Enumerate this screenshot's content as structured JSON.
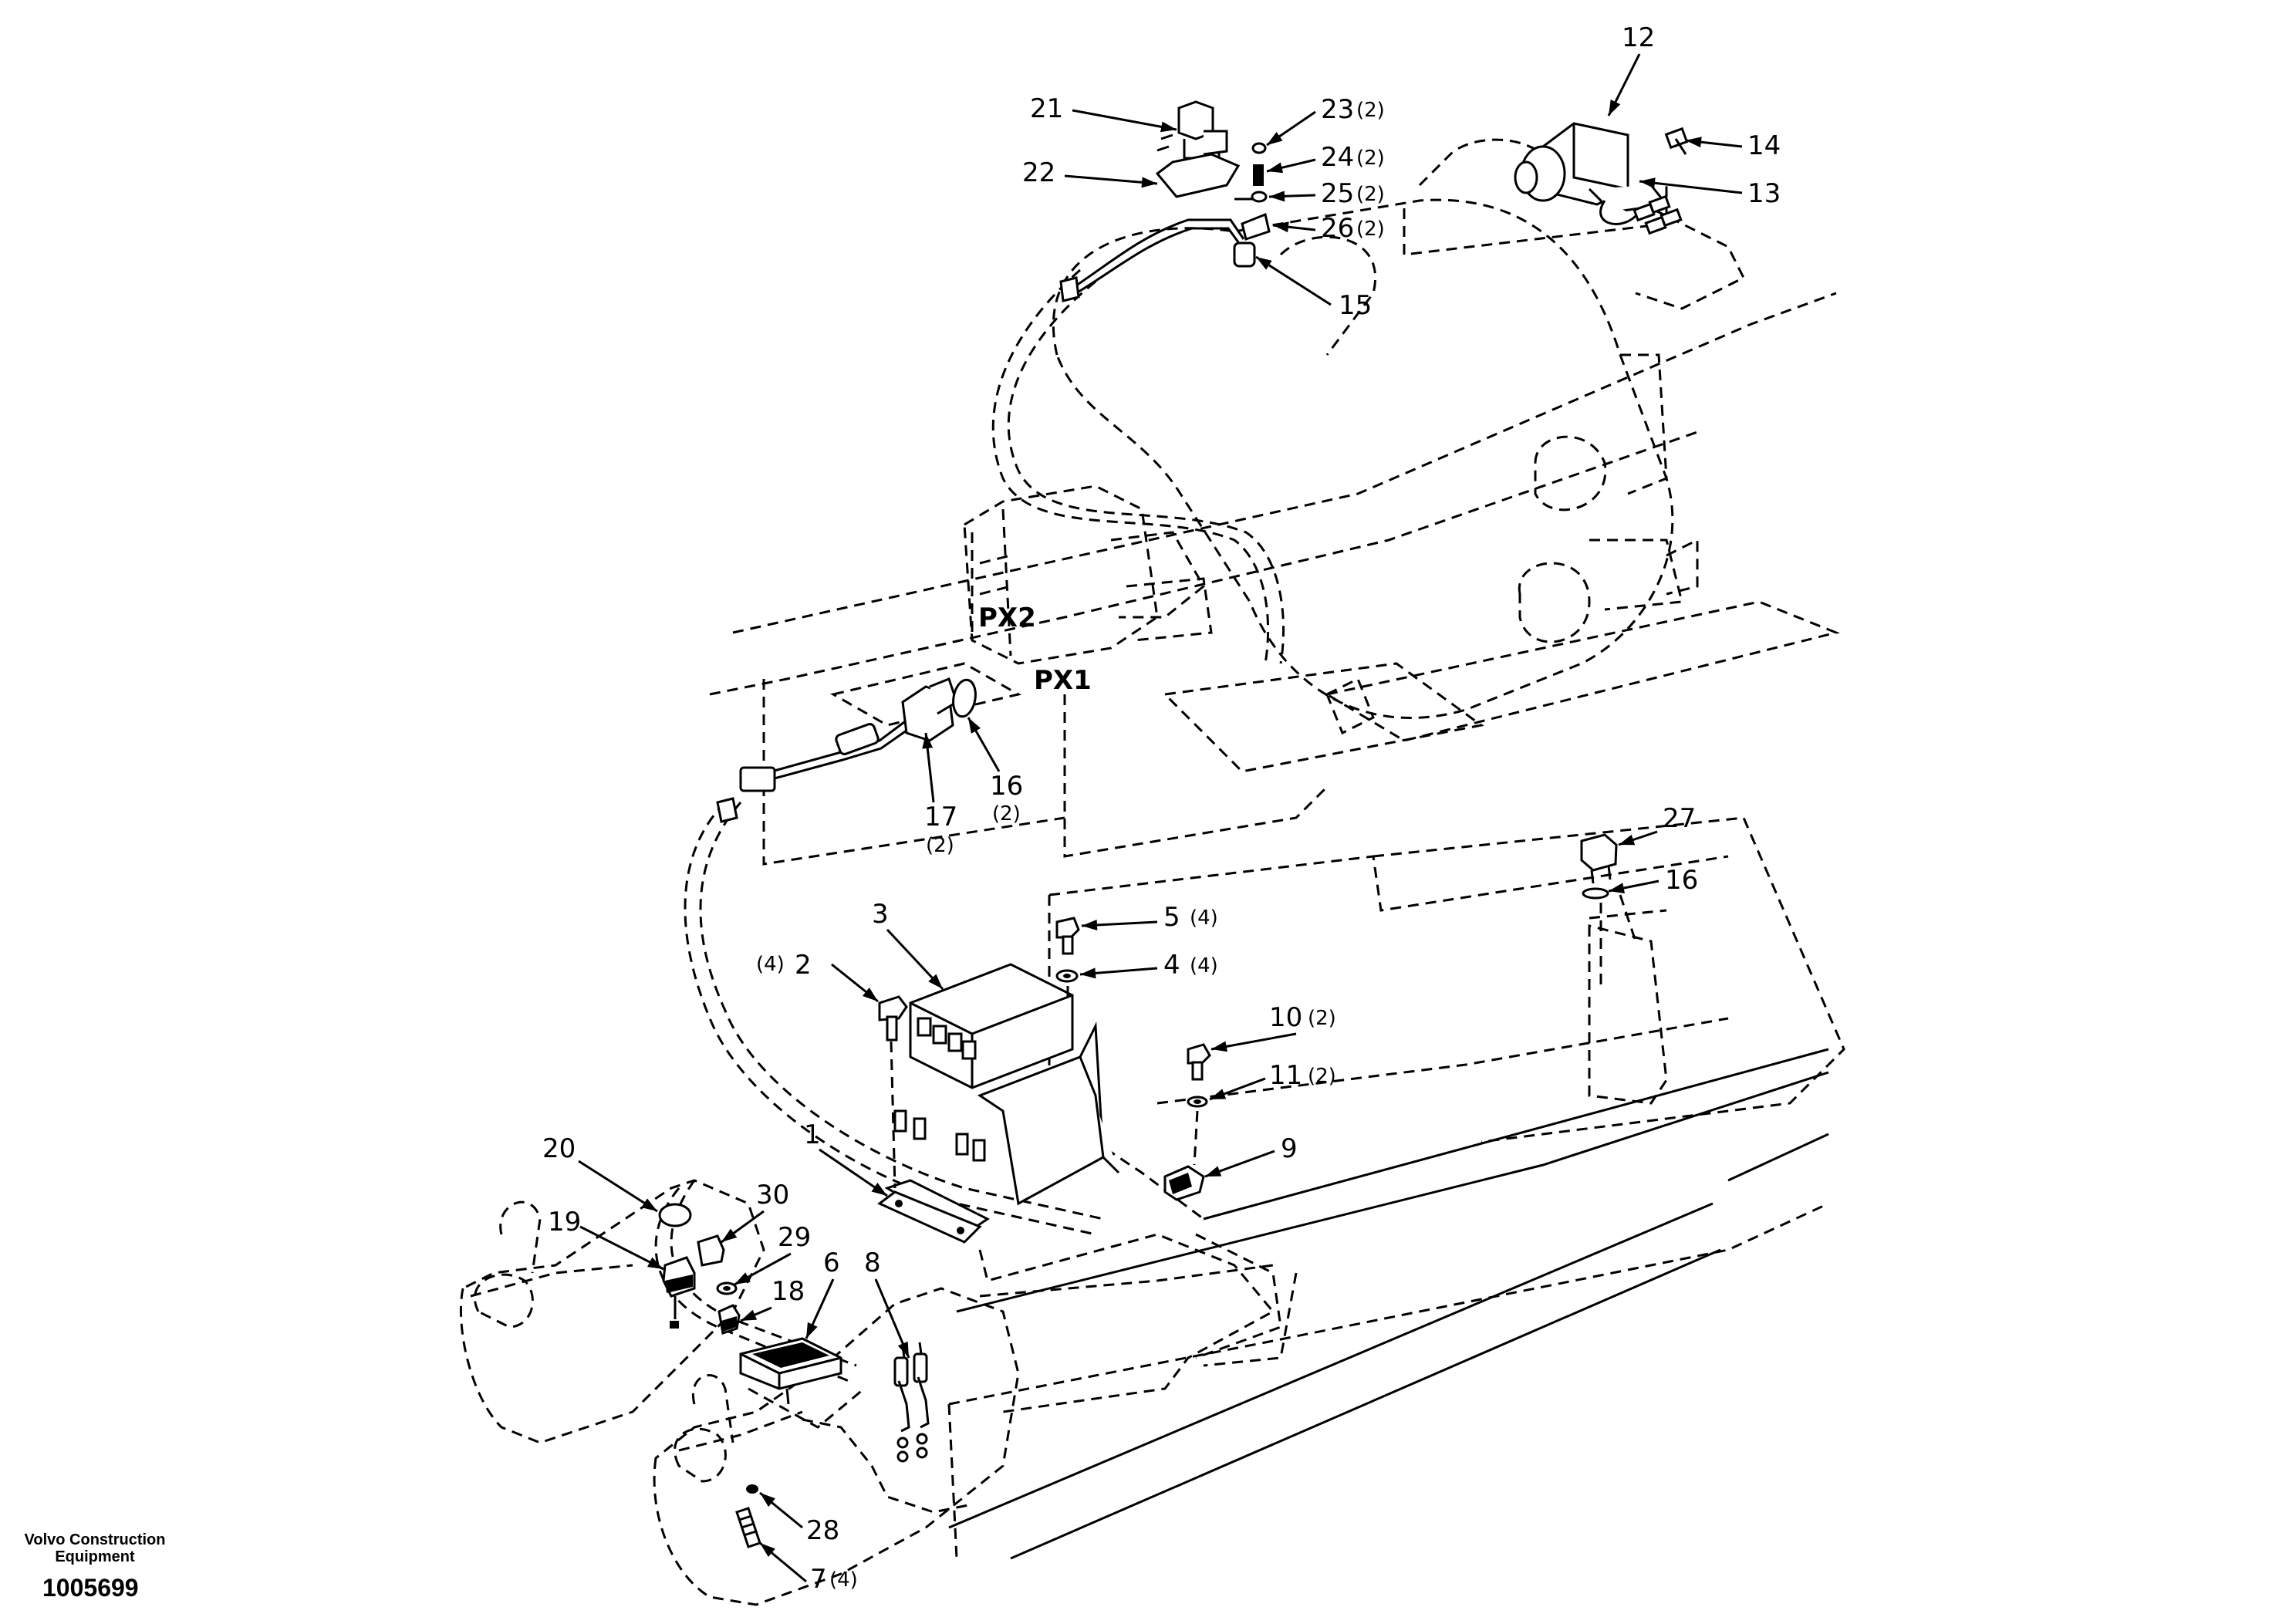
{
  "diagram": {
    "footer": {
      "company": "Volvo Construction Equipment",
      "drawing_number": "1005699"
    },
    "port_labels": {
      "px2": "PX2",
      "px1": "PX1"
    },
    "callouts": [
      {
        "id": "c12",
        "number": "12",
        "qty": ""
      },
      {
        "id": "c14",
        "number": "14",
        "qty": ""
      },
      {
        "id": "c13",
        "number": "13",
        "qty": ""
      },
      {
        "id": "c21",
        "number": "21",
        "qty": ""
      },
      {
        "id": "c22",
        "number": "22",
        "qty": ""
      },
      {
        "id": "c23",
        "number": "23",
        "qty": "(2)"
      },
      {
        "id": "c24",
        "number": "24",
        "qty": "(2)"
      },
      {
        "id": "c25",
        "number": "25",
        "qty": "(2)"
      },
      {
        "id": "c26",
        "number": "26",
        "qty": "(2)"
      },
      {
        "id": "c15",
        "number": "15",
        "qty": ""
      },
      {
        "id": "c16a",
        "number": "16",
        "qty": "(2)"
      },
      {
        "id": "c17",
        "number": "17",
        "qty": "(2)"
      },
      {
        "id": "c27",
        "number": "27",
        "qty": ""
      },
      {
        "id": "c16b",
        "number": "16",
        "qty": ""
      },
      {
        "id": "c3",
        "number": "3",
        "qty": ""
      },
      {
        "id": "c2",
        "number": "2",
        "qty": "(4)"
      },
      {
        "id": "c5",
        "number": "5",
        "qty": "(4)"
      },
      {
        "id": "c4",
        "number": "4",
        "qty": "(4)"
      },
      {
        "id": "c10",
        "number": "10",
        "qty": "(2)"
      },
      {
        "id": "c11",
        "number": "11",
        "qty": "(2)"
      },
      {
        "id": "c9",
        "number": "9",
        "qty": ""
      },
      {
        "id": "c1",
        "number": "1",
        "qty": ""
      },
      {
        "id": "c20",
        "number": "20",
        "qty": ""
      },
      {
        "id": "c30",
        "number": "30",
        "qty": ""
      },
      {
        "id": "c29",
        "number": "29",
        "qty": ""
      },
      {
        "id": "c19",
        "number": "19",
        "qty": ""
      },
      {
        "id": "c18",
        "number": "18",
        "qty": ""
      },
      {
        "id": "c6",
        "number": "6",
        "qty": ""
      },
      {
        "id": "c8",
        "number": "8",
        "qty": ""
      },
      {
        "id": "c28",
        "number": "28",
        "qty": ""
      },
      {
        "id": "c7",
        "number": "7",
        "qty": "(4)"
      }
    ]
  }
}
